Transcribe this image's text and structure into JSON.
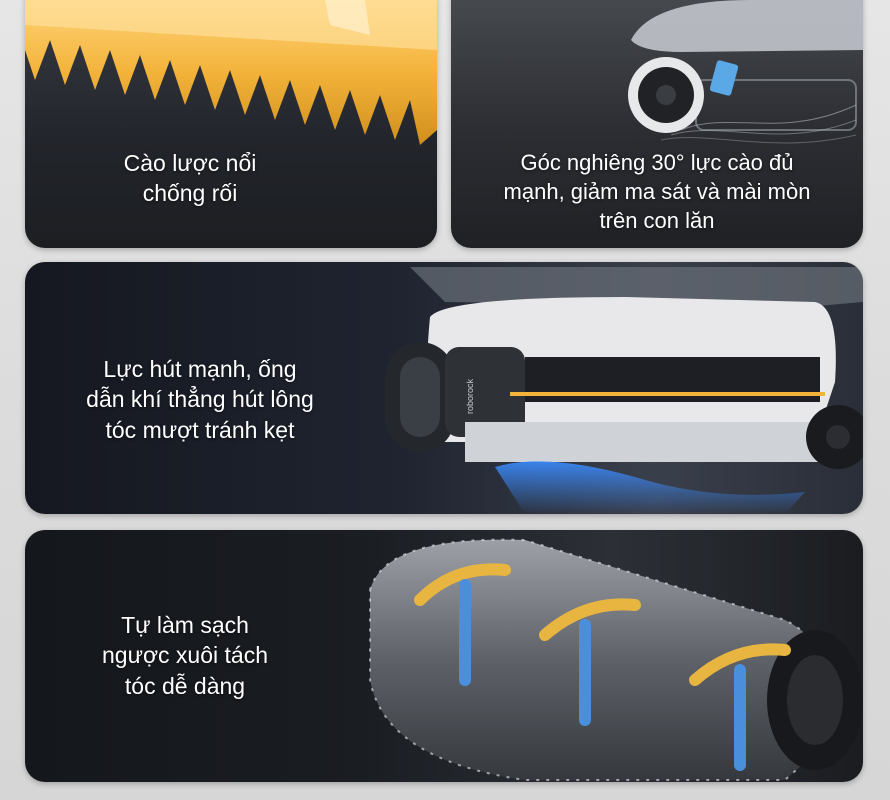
{
  "cards": [
    {
      "lines": [
        "Cào lược nổi",
        "chống rối"
      ],
      "image": "floating-comb-scraper"
    },
    {
      "lines": [
        "Góc nghiêng 30° lực cào đủ",
        "mạnh, giảm ma sát và mài mòn",
        "trên con lăn"
      ],
      "image": "30-degree-angle-roller"
    },
    {
      "lines": [
        "Lực hút mạnh, ống",
        "dẫn khí thẳng hút lông",
        "tóc mượt tránh kẹt"
      ],
      "image": "suction-channel-cross-section"
    },
    {
      "lines": [
        "Tự làm sạch",
        "ngược xuôi tách",
        "tóc dễ dàng"
      ],
      "image": "self-cleaning-roller-arrows"
    }
  ],
  "brand_mark": "roborock",
  "colors": {
    "accent_orange": "#f3b33a",
    "airflow_blue": "#3b8cff",
    "arrow_yellow": "#e8b640",
    "arrow_blue": "#4a8fdc"
  }
}
